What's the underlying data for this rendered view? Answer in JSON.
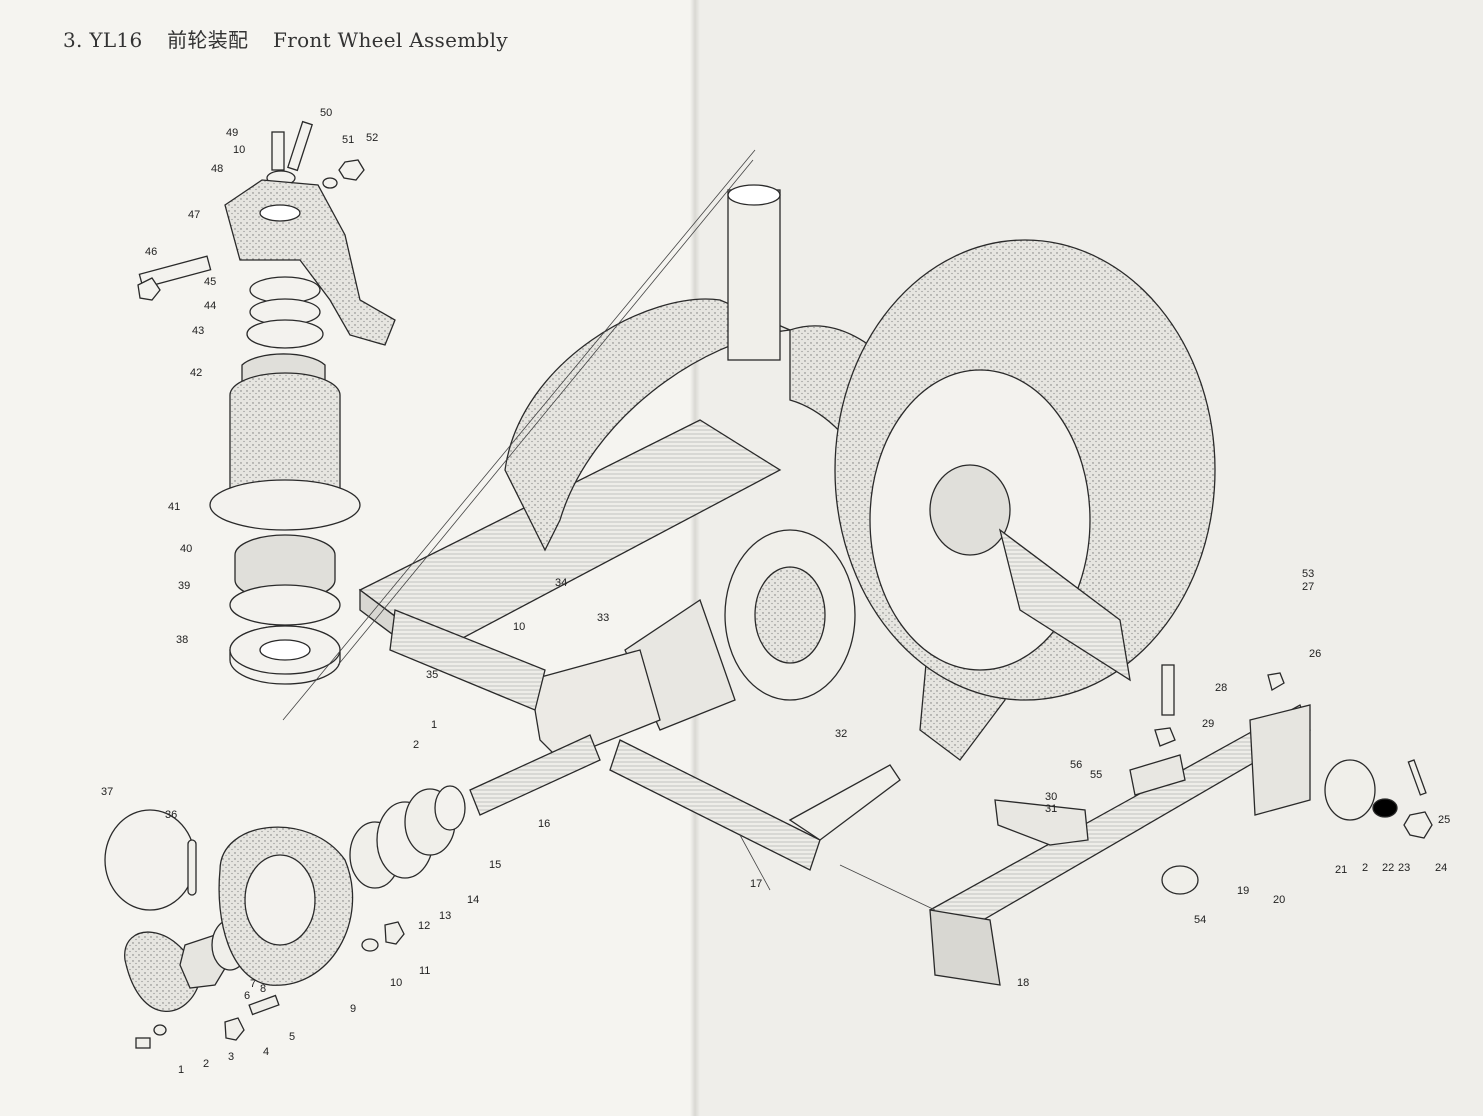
{
  "header": {
    "section": "3. YL16",
    "title_cn": "前轮装配",
    "title_en": "Front Wheel Assembly"
  },
  "callouts": [
    "50",
    "49",
    "51",
    "52",
    "10",
    "48",
    "47",
    "46",
    "45",
    "44",
    "43",
    "42",
    "41",
    "40",
    "39",
    "38",
    "34",
    "33",
    "10",
    "35",
    "32",
    "53",
    "27",
    "26",
    "28",
    "29",
    "56",
    "55",
    "30",
    "31",
    "1",
    "2",
    "16",
    "15",
    "37",
    "36",
    "14",
    "13",
    "12",
    "7",
    "8",
    "6",
    "9",
    "10",
    "11",
    "17",
    "18",
    "19",
    "20",
    "54",
    "21",
    "2",
    "22",
    "23",
    "24",
    "25",
    "1",
    "2",
    "3",
    "4",
    "5"
  ],
  "colors": {
    "ink": "#2a2a2a",
    "paper_left": "#f5f4f0",
    "paper_right": "#efeeea",
    "shade": "#c8c7c2"
  }
}
